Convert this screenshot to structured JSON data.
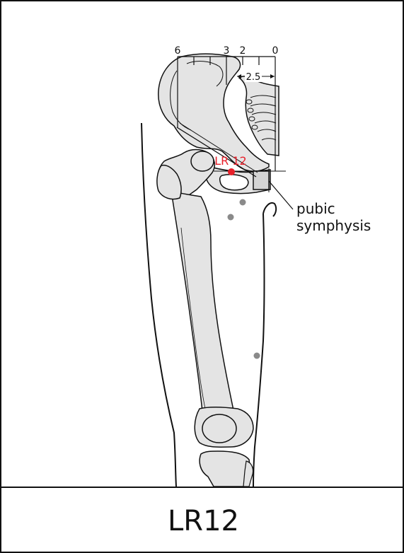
{
  "title": "LR12",
  "point_label": "LR 12",
  "structure_label_line1": "pubic",
  "structure_label_line2": "symphysis",
  "scale": {
    "tick_6": "6",
    "tick_3": "3",
    "tick_2": "2",
    "tick_0": "0",
    "measure": "2.5"
  },
  "colors": {
    "point_active": "#e8202a",
    "point_other": "#8a8a8a",
    "bone_fill": "#e4e4e4",
    "outline": "#111111"
  }
}
